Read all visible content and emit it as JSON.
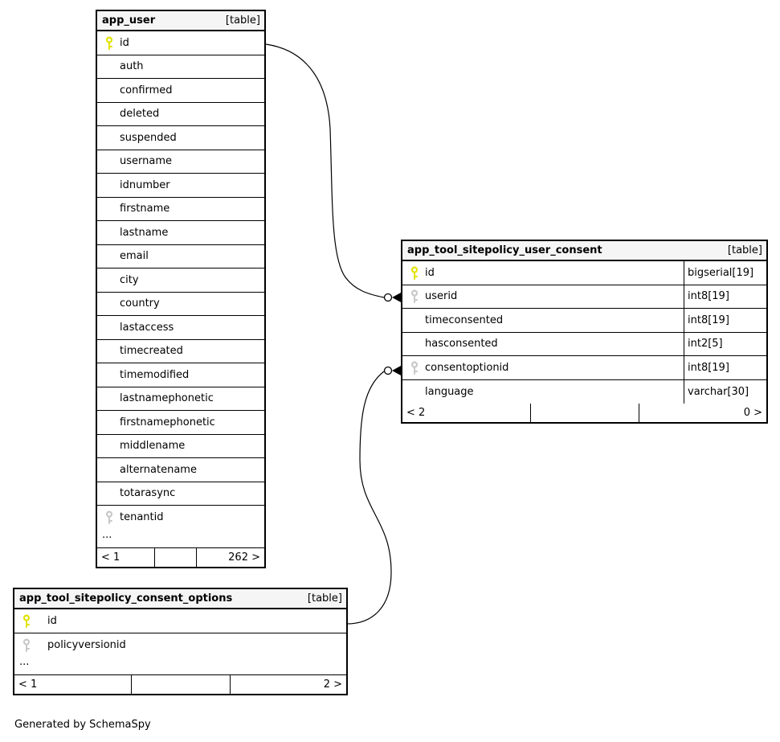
{
  "diagram": {
    "generator_note": "Generated by SchemaSpy",
    "colors": {
      "primary_key": "#e2e200",
      "foreign_key": "#c8c8c8",
      "header_bg": "#f5f5f5",
      "border": "#000000",
      "background": "#ffffff"
    },
    "tables": [
      {
        "title": "app_user",
        "tag": "[table]",
        "columns": [
          {
            "name": "id",
            "key": "primary"
          },
          {
            "name": "auth"
          },
          {
            "name": "confirmed"
          },
          {
            "name": "deleted"
          },
          {
            "name": "suspended"
          },
          {
            "name": "username"
          },
          {
            "name": "idnumber"
          },
          {
            "name": "firstname"
          },
          {
            "name": "lastname"
          },
          {
            "name": "email"
          },
          {
            "name": "city"
          },
          {
            "name": "country"
          },
          {
            "name": "lastaccess"
          },
          {
            "name": "timecreated"
          },
          {
            "name": "timemodified"
          },
          {
            "name": "lastnamephonetic"
          },
          {
            "name": "firstnamephonetic"
          },
          {
            "name": "middlename"
          },
          {
            "name": "alternatename"
          },
          {
            "name": "totarasync"
          },
          {
            "name": "tenantid",
            "key": "foreign"
          }
        ],
        "ellipsis": "...",
        "pager": {
          "left": "< 1",
          "right": "262 >"
        }
      },
      {
        "title": "app_tool_sitepolicy_user_consent",
        "tag": "[table]",
        "columns": [
          {
            "name": "id",
            "key": "primary",
            "type": "bigserial[19]"
          },
          {
            "name": "userid",
            "key": "foreign",
            "type": "int8[19]"
          },
          {
            "name": "timeconsented",
            "type": "int8[19]"
          },
          {
            "name": "hasconsented",
            "type": "int2[5]"
          },
          {
            "name": "consentoptionid",
            "key": "foreign",
            "type": "int8[19]"
          },
          {
            "name": "language",
            "type": "varchar[30]"
          }
        ],
        "pager": {
          "left": "< 2",
          "right": "0 >"
        }
      },
      {
        "title": "app_tool_sitepolicy_consent_options",
        "tag": "[table]",
        "columns": [
          {
            "name": "id",
            "key": "primary"
          },
          {
            "name": "policyversionid",
            "key": "foreign"
          }
        ],
        "ellipsis": "...",
        "pager": {
          "left": "< 1",
          "right": "2 >"
        }
      }
    ],
    "relationships": [
      {
        "from": "app_user.id",
        "to": "app_tool_sitepolicy_user_consent.userid"
      },
      {
        "from": "app_tool_sitepolicy_consent_options.id",
        "to": "app_tool_sitepolicy_user_consent.consentoptionid"
      }
    ]
  }
}
